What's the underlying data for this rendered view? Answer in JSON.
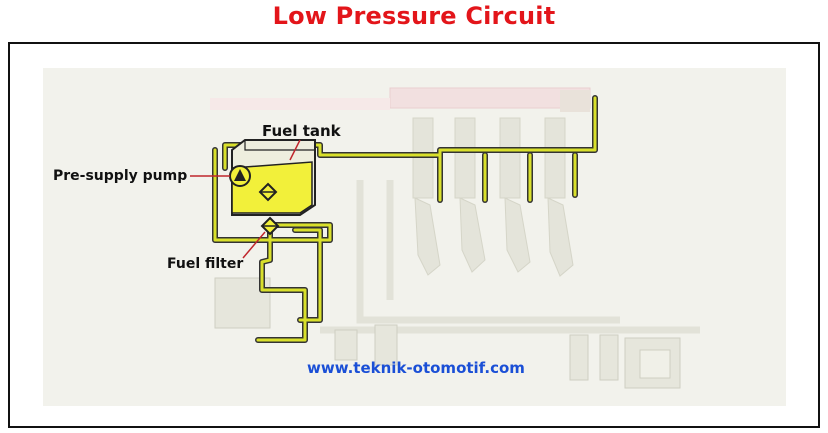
{
  "title": "Low Pressure Circuit",
  "labels": {
    "fuel_tank": "Fuel tank",
    "pre_supply_pump": "Pre-supply pump",
    "fuel_filter": "Fuel filter"
  },
  "watermark": "www.teknik-otomotif.com",
  "colors": {
    "title": "#e3151a",
    "fuel_line": "#d9e02b",
    "tank_fill": "#f2f03a",
    "watermark": "#1a4fd6",
    "leader_line": "#c0262c"
  }
}
